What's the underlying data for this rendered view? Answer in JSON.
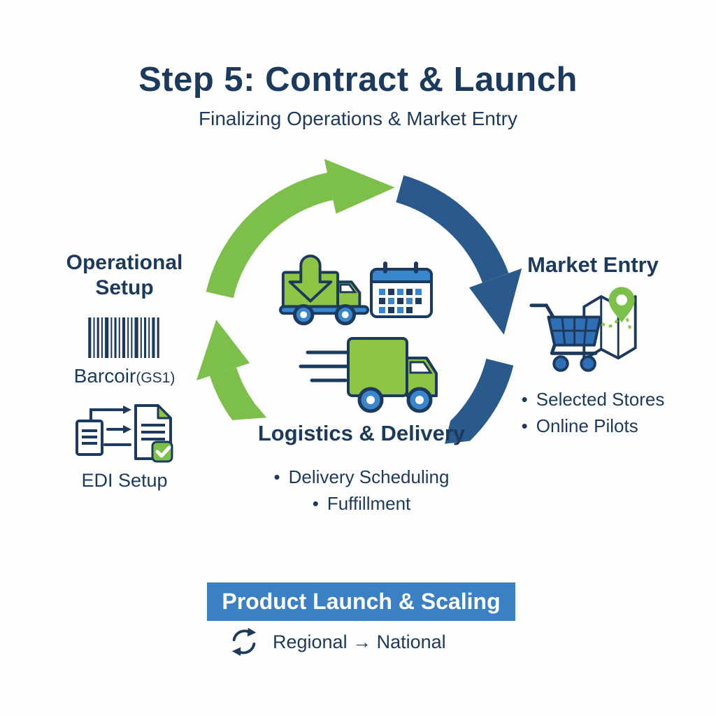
{
  "header": {
    "title": "Step 5: Contract & Launch",
    "subtitle": "Finalizing Operations & Market Entry"
  },
  "operational_setup": {
    "heading": "Operational Setup",
    "barcode_icon": "barcode-icon",
    "barcode_label": "Barcoir",
    "barcode_label_note": "(GS1)",
    "edi_icon": "edi-document-transfer-icon",
    "edi_label": "EDI Setup"
  },
  "cycle": {
    "arrow_icons": [
      "green-arc-arrow-icon",
      "blue-arc-arrow-icon"
    ],
    "icons": [
      "delivery-truck-download-icon",
      "calendar-icon",
      "shipping-truck-icon"
    ]
  },
  "logistics": {
    "heading": "Logistics & Delivery",
    "bullets": [
      "Delivery Scheduling",
      "Fuffillment"
    ]
  },
  "market_entry": {
    "heading": "Market Entry",
    "icon": "cart-and-map-pin-icon",
    "bullets": [
      "Selected Stores",
      "Online Pilots"
    ]
  },
  "footer": {
    "banner_label": "Product Launch & Scaling",
    "cycle_icon": "cycle-arrows-icon",
    "scaling_label": "Regional → National"
  },
  "colors": {
    "navy": "#1C3A5E",
    "arc-green": "#7CBF4A",
    "arc-blue": "#2A5A8C",
    "icon-green": "#8CC644",
    "icon-blue": "#3A86CC",
    "cart-blue": "#2F6FB5",
    "banner-blue": "#3B80C4",
    "bg": "#FEFEFE"
  }
}
